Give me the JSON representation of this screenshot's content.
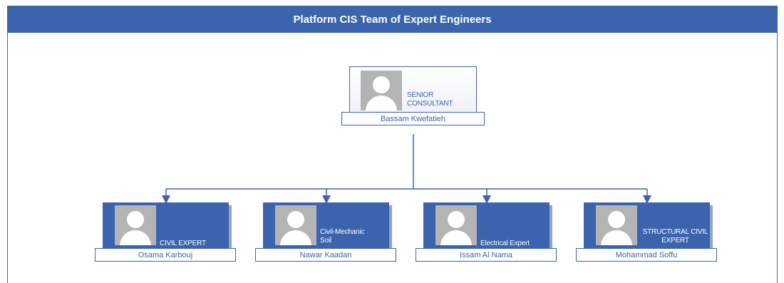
{
  "title": "Platform CIS Team of Expert Engineers",
  "colors": {
    "primary": "#3c63ae",
    "avatar": "#b4b4b4"
  },
  "root": {
    "name": "Bassam Kwefatieh",
    "role": "SENIOR CONSULTANT",
    "icon": "person-silhouette-icon"
  },
  "members": [
    {
      "name": "Osama Karbouj",
      "role": "CIVIL EXPERT",
      "icon": "person-silhouette-icon"
    },
    {
      "name": "Nawar Kaadan",
      "role": "Civil-Mechanic Soil",
      "icon": "person-silhouette-icon"
    },
    {
      "name": "Issam Al Nama",
      "role": "Electrical Expert",
      "icon": "person-silhouette-icon"
    },
    {
      "name": "Mohammad Soffu",
      "role": "STRUCTURAL CIVIL EXPERT",
      "icon": "person-silhouette-icon"
    }
  ]
}
